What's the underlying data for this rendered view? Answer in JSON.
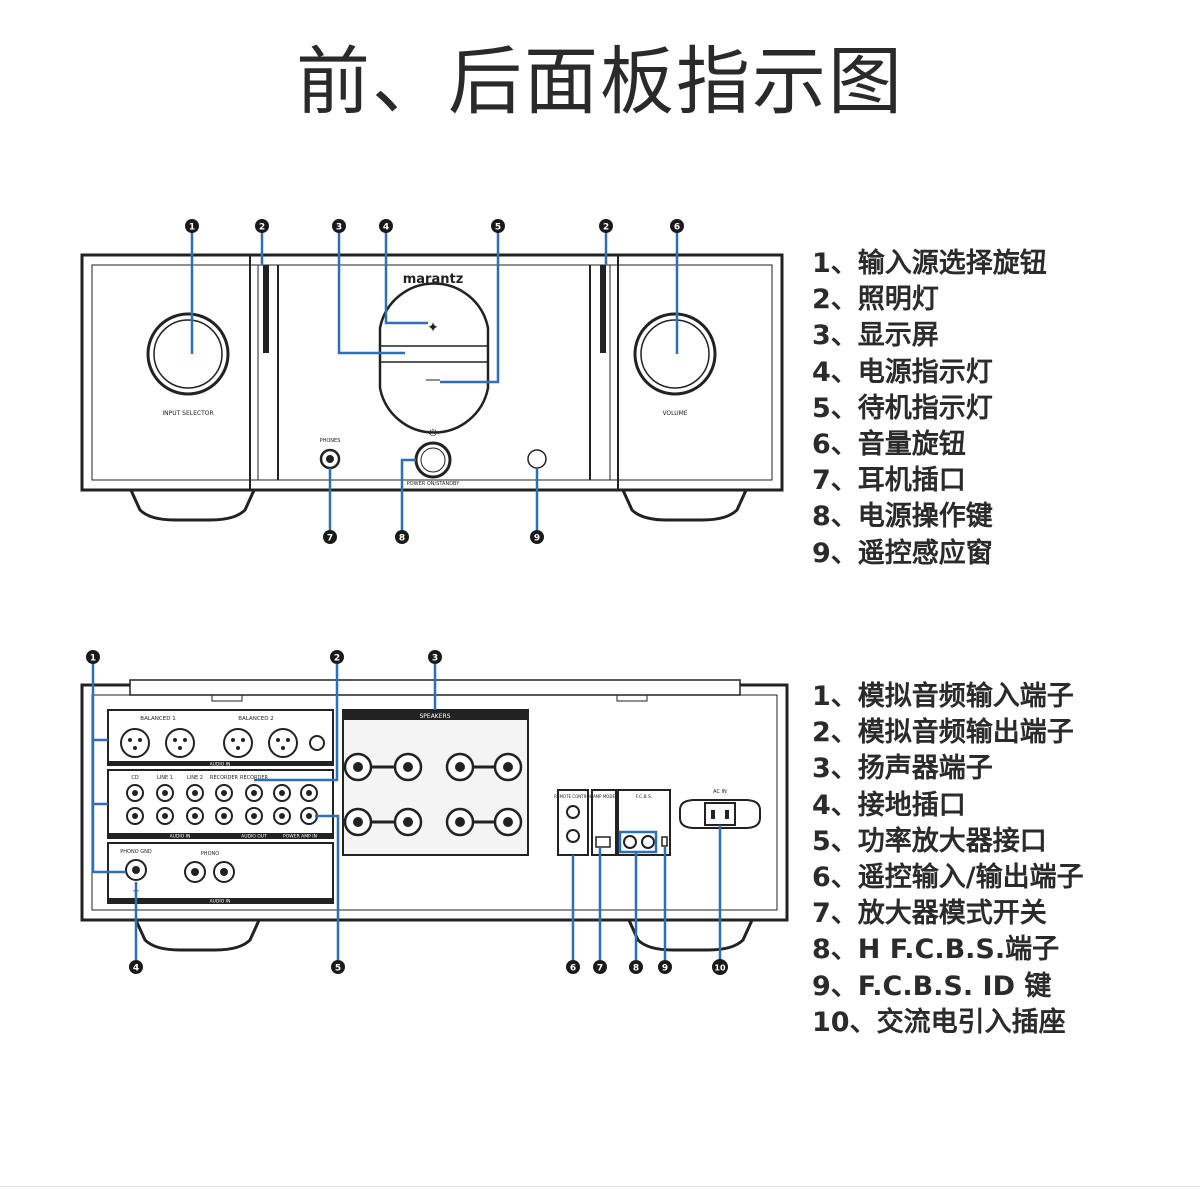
{
  "title": "前、后面板指示图",
  "front_panel": {
    "brand": "marantz",
    "labels": {
      "input_selector": "INPUT SELECTOR",
      "volume": "VOLUME",
      "phones": "PHONES",
      "power": "POWER ON/STANDBY"
    },
    "callouts": [
      "1",
      "2",
      "3",
      "4",
      "5",
      "2",
      "6",
      "7",
      "8",
      "9"
    ],
    "legend": [
      "1、输入源选择旋钮",
      "2、照明灯",
      "3、显示屏",
      "4、电源指示灯",
      "5、待机指示灯",
      "6、音量旋钮",
      "7、耳机插口",
      "8、电源操作键",
      "9、遥控感应窗"
    ]
  },
  "rear_panel": {
    "labels": {
      "balanced_1": "BALANCED 1",
      "balanced_2": "BALANCED 2",
      "audio_in": "AUDIO IN",
      "cd": "CD",
      "line_1": "LINE 1",
      "line_2": "LINE 2",
      "recorder_in": "RECORDER",
      "recorder_out": "RECORDER",
      "audio_out": "AUDIO OUT",
      "power_amp_in": "POWER AMP IN",
      "phono_gnd": "PHONO GND",
      "phono": "PHONO",
      "speakers": "SPEAKERS",
      "remote_control": "REMOTE CONTROL",
      "amp_mode": "AMP MODE",
      "fcbs": "F.C.B.S.",
      "ac_in": "AC IN"
    },
    "callouts": [
      "1",
      "2",
      "3",
      "4",
      "5",
      "6",
      "7",
      "8",
      "9",
      "10"
    ],
    "legend": [
      "1、模拟音频输入端子",
      "2、模拟音频输出端子",
      "3、扬声器端子",
      "4、接地插口",
      "5、功率放大器接口",
      "6、遥控输入/输出端子",
      "7、放大器模式开关",
      "8、H F.C.B.S.端子",
      "9、F.C.B.S. ID 键",
      "10、交流电引入插座"
    ]
  },
  "colors": {
    "leader": "#2f6fb3",
    "marker": "#1a1a1a",
    "line": "#222222"
  }
}
